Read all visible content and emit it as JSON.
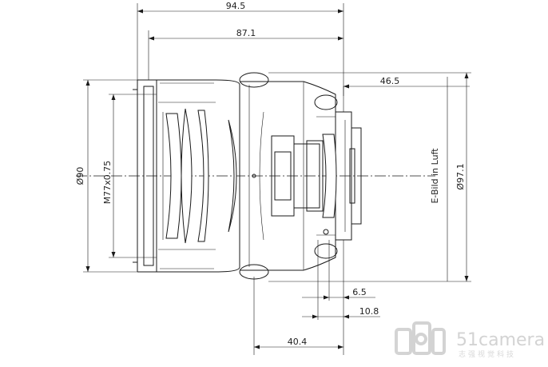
{
  "dimensions": {
    "overall_length": "94.5",
    "length_no_cap": "87.1",
    "flange_offset": "46.5",
    "mount_len_a": "6.5",
    "mount_len_b": "10.8",
    "body_to_mount": "40.4",
    "front_diameter": "Ø90",
    "filter_thread": "M77x0.75",
    "max_diameter": "Ø97.1",
    "image_plane_note": "E-Bild in Luft"
  },
  "watermark": {
    "brand": "51camera",
    "tagline": "志强视觉科技"
  }
}
